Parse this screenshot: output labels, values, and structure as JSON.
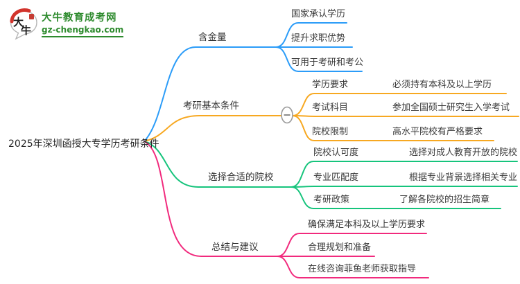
{
  "logo": {
    "brand": "大牛教育成考网",
    "site": "gz-chengkao.com",
    "icon_char_1": "大",
    "icon_char_2": "牛",
    "green": "#2e8b2e",
    "red": "#d2342c"
  },
  "root": {
    "label": "2025年深圳函授大专学历考研条件"
  },
  "branches": [
    {
      "label": "含金量",
      "color": "#2b9cf8",
      "children": [
        {
          "label": "国家承认学历"
        },
        {
          "label": "提升求职优势"
        },
        {
          "label": "可用于考研和考公"
        }
      ]
    },
    {
      "label": "考研基本条件",
      "color": "#f7a821",
      "collapse_icon": "minus",
      "children": [
        {
          "label": "学历要求",
          "value": "必须持有本科及以上学历"
        },
        {
          "label": "考试科目",
          "value": "参加全国硕士研究生入学考试"
        },
        {
          "label": "院校限制",
          "value": "高水平院校有严格要求"
        }
      ]
    },
    {
      "label": "选择合适的院校",
      "color": "#16c47c",
      "children": [
        {
          "label": "院校认可度",
          "value": "选择对成人教育开放的院校"
        },
        {
          "label": "专业匹配度",
          "value": "根据专业背景选择相关专业"
        },
        {
          "label": "考研政策",
          "value": "了解各院校的招生简章"
        }
      ]
    },
    {
      "label": "总结与建议",
      "color": "#f12a7d",
      "children": [
        {
          "label": "确保满足本科及以上学历要求"
        },
        {
          "label": "合理规划和准备"
        },
        {
          "label": "在线咨询菲鱼老师获取指导"
        }
      ]
    }
  ]
}
